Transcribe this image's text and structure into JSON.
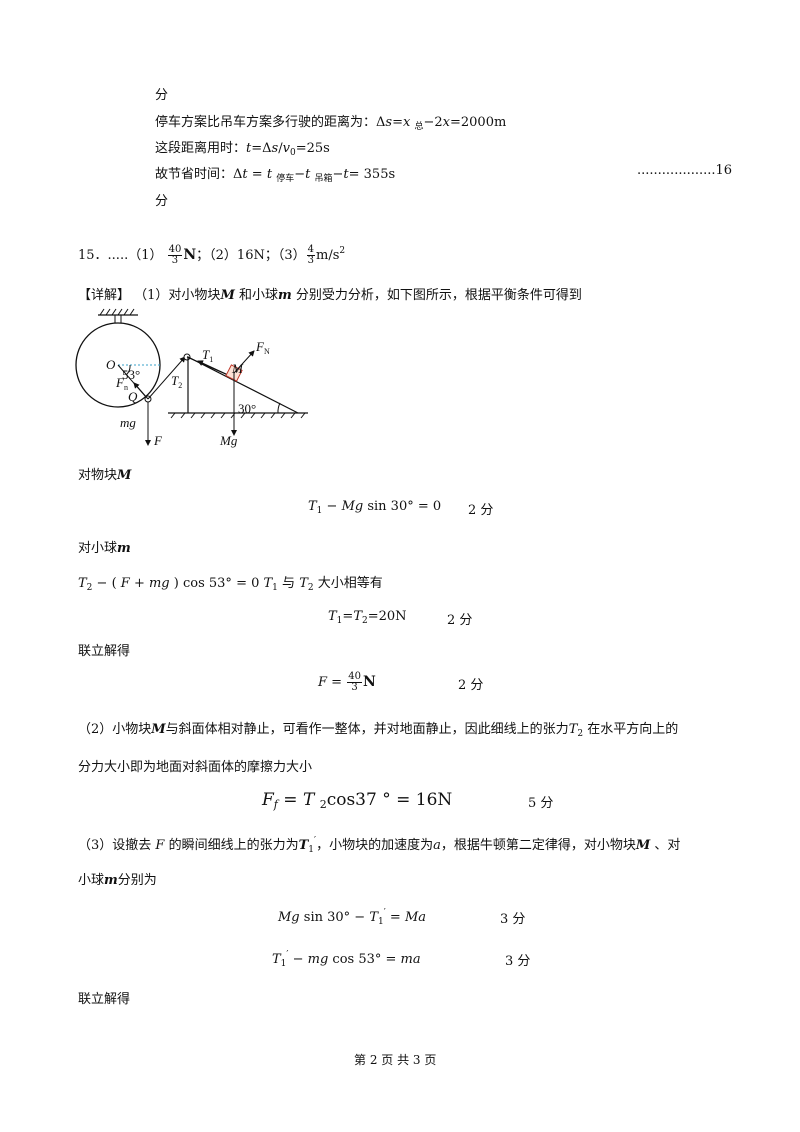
{
  "prev": {
    "l1": "分",
    "l2_label": "停车方案比吊车方案多行驶的距离为：",
    "l3_label": "这段距离用时：",
    "l4_label": "故节省时间：",
    "l4_dots": "...................16",
    "l5": "分"
  },
  "q15": {
    "head": "15．.....（1）",
    "frac_40": "40",
    "frac_3": "3",
    "unit_N": "N",
    "part2": "；（2）16N；（3）",
    "frac_4": "4",
    "accel_unit": "m/s",
    "sq": "2"
  },
  "detail": {
    "bracket": "【详解】",
    "part1": "（1）对小物块",
    "M": "M",
    "and_ball": "和小球",
    "m": "m",
    "analysis": "分别受力分析，如下图所示，根据平衡条件可得到"
  },
  "figure": {
    "O": "O",
    "angle53": "53°",
    "T1": "T",
    "T2": "T",
    "sub1": "1",
    "sub2": "2",
    "FN": "F",
    "N": "N",
    "Fn": "F",
    "n": "n",
    "Q": "Q",
    "M": "M",
    "angle30": "30°",
    "mg": "mg",
    "F": "F",
    "Mg": "Mg"
  },
  "eq": {
    "for_M": "对物块",
    "two_points": "2 分",
    "for_m": "对小球",
    "eq2_tail": "大小相等有",
    "and": "与",
    "t1t2": "=20N",
    "solve": "联立解得",
    "p2a": "（2）小物块",
    "p2b": "与斜面体相对静止，可看作一整体，并对地面静止，因此细线上的张力",
    "p2c": "在水平方向上的",
    "p2d": "分力大小即为地面对斜面体的摩擦力大小",
    "ff": "cos37 ° = 16N",
    "five_points": "5 分",
    "p3a": "（3）设撤去",
    "p3b": "的瞬间细线上的张力为",
    "p3c": "，小物块的加速度为",
    "p3d": "，根据牛顿第二定律得，对小物块",
    "p3e": "、对",
    "p3f": "小球",
    "p3g": "分别为",
    "three_points": "3 分",
    "solve2": "联立解得"
  },
  "footer": "第 2 页 共 3 页"
}
